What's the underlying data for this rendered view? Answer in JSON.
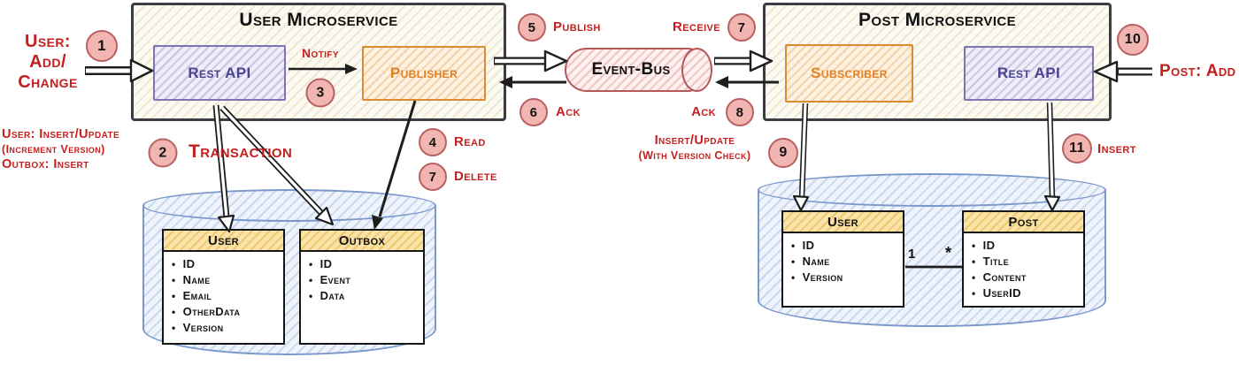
{
  "colors": {
    "red_label": "#c41f1f",
    "ink": "#1e1e1e",
    "orange_border": "#db8a35",
    "orange_text": "#e08222",
    "purple_border": "#7d74b4",
    "purple_text": "#4a4391",
    "bus_border": "#b45858",
    "db_border": "#7b98cc",
    "table_header_fill": "#fae3a9",
    "step_circle_fill": "#f2b6b2",
    "step_circle_border": "#ba6060"
  },
  "user_service": {
    "title": "User Microservice",
    "rest_api_label": "Rest API",
    "publisher_label": "Publisher"
  },
  "post_service": {
    "title": "Post Microservice",
    "subscriber_label": "Subscriber",
    "rest_api_label": "Rest API"
  },
  "event_bus": {
    "label": "Event-Bus"
  },
  "annotations": {
    "user_trigger": {
      "step": "1",
      "line1": "User:",
      "line2": "Add/",
      "line3": "Change"
    },
    "user_db_note": {
      "line1": "User: Insert/Update",
      "line2": "(Increment Version)",
      "line3": "Outbox: Insert"
    },
    "transaction": {
      "step": "2",
      "label": "Transaction"
    },
    "notify": {
      "step": "3",
      "label": "Notify"
    },
    "read": {
      "step": "4",
      "label": "Read"
    },
    "publish": {
      "step": "5",
      "label": "Publish"
    },
    "ack_left": {
      "step": "6",
      "label": "Ack"
    },
    "receive": {
      "step": "7",
      "label": "Receive"
    },
    "delete": {
      "step": "7",
      "label": "Delete"
    },
    "ack_right": {
      "step": "8",
      "label": "Ack"
    },
    "insert_update": {
      "step": "9",
      "line1": "Insert/Update",
      "line2": "(With Version Check)"
    },
    "post_trigger": {
      "step": "10",
      "label": "Post: Add"
    },
    "insert": {
      "step": "11",
      "label": "Insert"
    }
  },
  "user_db": {
    "tables": [
      {
        "name": "User",
        "columns": [
          "ID",
          "Name",
          "Email",
          "OtherData",
          "Version"
        ]
      },
      {
        "name": "Outbox",
        "columns": [
          "ID",
          "Event",
          "Data"
        ]
      }
    ]
  },
  "post_db": {
    "tables": [
      {
        "name": "User",
        "columns": [
          "ID",
          "Name",
          "Version"
        ]
      },
      {
        "name": "Post",
        "columns": [
          "ID",
          "Title",
          "Content",
          "UserID"
        ]
      }
    ],
    "relationship": {
      "user_side": "1",
      "post_side": "*"
    }
  }
}
